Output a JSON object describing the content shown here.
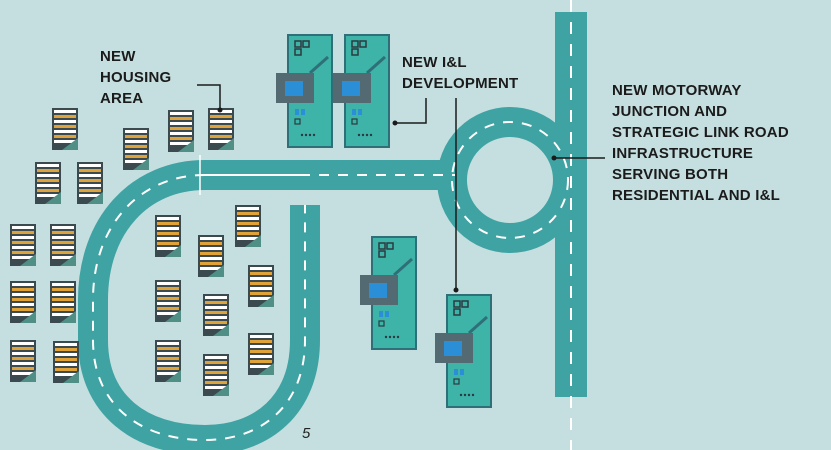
{
  "labels": {
    "housing": "NEW\nHOUSING\nAREA",
    "il_development": "NEW I&L\nDEVELOPMENT",
    "motorway": "NEW MOTORWAY\nJUNCTION AND\nSTRATEGIC LINK ROAD\nINFRASTRUCTURE\nSERVING BOTH\nRESIDENTIAL AND I&L"
  },
  "page_number": "5",
  "colors": {
    "background": "#c5dfe0",
    "road": "#3fa3a3",
    "road_marking": "#ffffff",
    "warehouse": "#3eb3a8",
    "warehouse_outline": "#2f6f77",
    "truck": "#546a72",
    "truck_window": "#2a8fd6",
    "leader_line": "#1b1b1b"
  }
}
